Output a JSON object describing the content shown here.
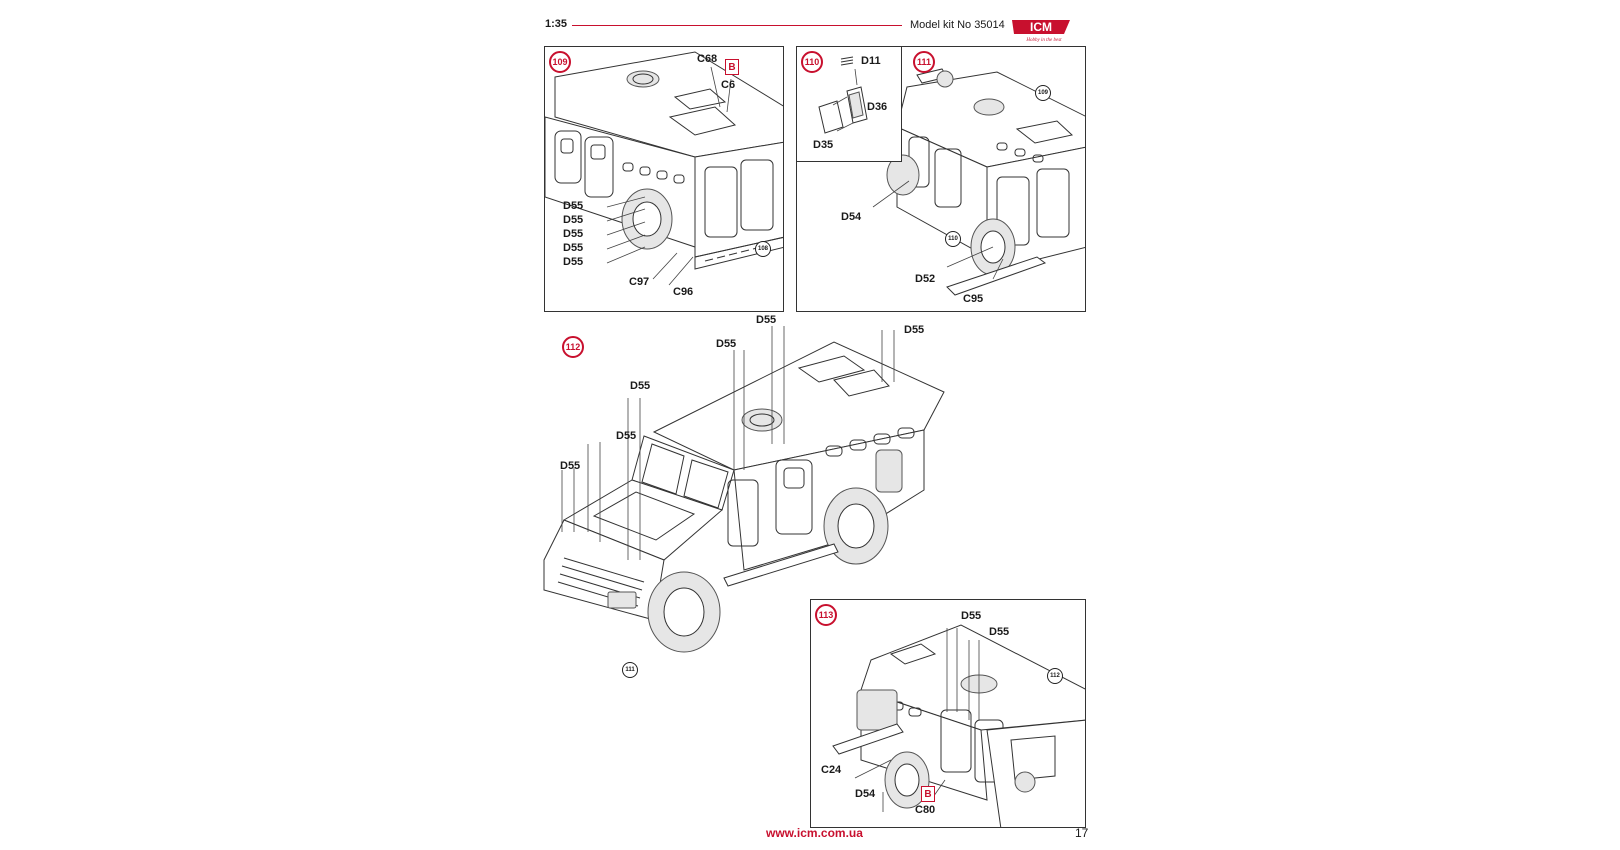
{
  "header": {
    "scale": "1:35",
    "kit": "Model kit No 35014",
    "logo_text": "ICM",
    "logo_tagline": "Hobby in the best"
  },
  "footer": {
    "url": "www.icm.com.ua",
    "page": "17"
  },
  "steps": {
    "s109": {
      "num": "109",
      "ref": "108",
      "labels": [
        "C68",
        "C6",
        "D55",
        "D55",
        "D55",
        "D55",
        "D55",
        "C97",
        "C96"
      ],
      "badge": "B"
    },
    "s110": {
      "num": "110",
      "labels": [
        "D11",
        "D36",
        "D35"
      ]
    },
    "s111": {
      "num": "111",
      "ref_top": "109",
      "ref_mid": "110",
      "labels": [
        "D54",
        "D52",
        "C95"
      ]
    },
    "s112": {
      "num": "112",
      "ref": "111",
      "labels": [
        "D55",
        "D55",
        "D55",
        "D55",
        "D55",
        "D55"
      ]
    },
    "s113": {
      "num": "113",
      "ref": "112",
      "labels": [
        "D55",
        "D55",
        "C24",
        "D54",
        "C80"
      ],
      "badge": "B"
    }
  },
  "colors": {
    "accent": "#c8102e",
    "line": "#333333"
  }
}
